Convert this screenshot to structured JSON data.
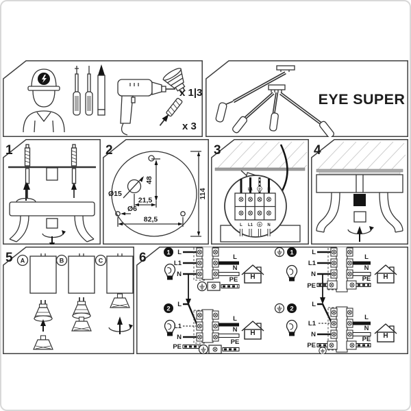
{
  "product": {
    "name": "EYE SUPER"
  },
  "tools": {
    "bulb_qty": "x 1|3",
    "plug_qty": "x 3"
  },
  "steps": {
    "n1": "1",
    "n2": "2",
    "n3": "3",
    "n4": "4",
    "n5": "5",
    "n6": "6"
  },
  "template": {
    "hole_large": "Ø15",
    "hole_small": "Ø6",
    "offset_x": "21,5",
    "offset_y": "48",
    "span": "82,5",
    "diameter": "114"
  },
  "terminal": {
    "l": "L",
    "l1": "L1",
    "n": "N"
  },
  "variants": {
    "a": "A",
    "b": "B",
    "c": "C"
  },
  "wiring": {
    "l": "L",
    "l1": "L1",
    "n": "N",
    "pe": "PE",
    "house": "H",
    "d1": "1",
    "d2": "2"
  }
}
